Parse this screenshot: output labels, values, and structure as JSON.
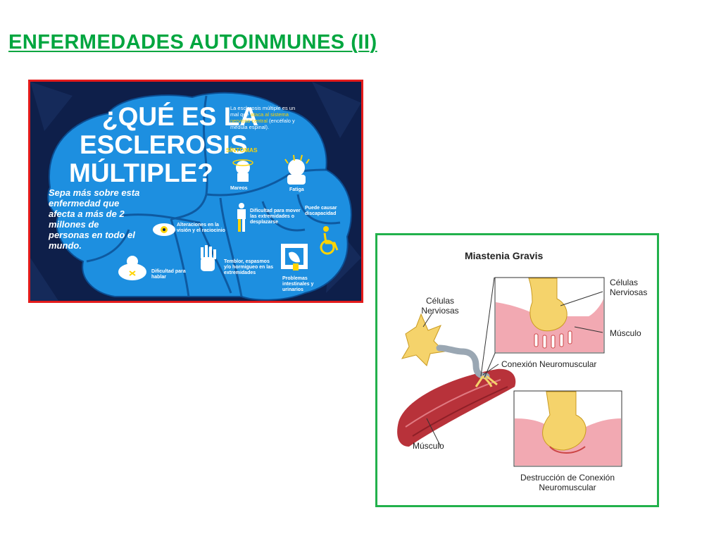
{
  "slide": {
    "title": "ENFERMEDADES AUTOINMUNES (II)"
  },
  "multiple_sclerosis": {
    "heading_line1": "¿QUÉ ES LA",
    "heading_line2": "ESCLEROSIS",
    "heading_line3": "MÚLTIPLE?",
    "subtitle": "Sepa más sobre esta enfermedad que afecta a más de 2 millones de personas en todo el mundo.",
    "definition_pre": "La esclerosis múltiple es un mal que",
    "definition_highlight": "ataca al sistema nervioso central",
    "definition_post": "(encéfalo y médula espinal).",
    "symptoms_title": "SÍNTOMAS",
    "symptoms": {
      "mareos": "Mareos",
      "fatiga": "Fatiga",
      "mover": "Dificultad para mover las extremidades o desplazarse",
      "discapacidad": "Puede causar discapacidad",
      "vision": "Alteraciones en la visión y el raciocinio",
      "hablar": "Dificultad para hablar",
      "temblor": "Temblor, espasmos y/o hormigueo en las extremidades",
      "intestinales": "Problemas intestinales y urinarios"
    },
    "colors": {
      "brain": "#1d8fe0",
      "background": "#0e1f4a",
      "accent": "#ffd400",
      "border": "#e31b1b"
    }
  },
  "myasthenia": {
    "title": "Miastenia Gravis",
    "labels": {
      "celulas_nerviosas_left": "Células Nerviosas",
      "celulas_nerviosas_right": "Células Nerviosas",
      "musculo_right": "Músculo",
      "conexion": "Conexión Neuromuscular",
      "musculo_left": "Músculo",
      "destruccion": "Destrucción de Conexión Neuromuscular"
    },
    "colors": {
      "nerve": "#f5d36b",
      "muscle": "#b8323a",
      "tissue": "#f2a9b2",
      "border": "#22b14c"
    }
  }
}
